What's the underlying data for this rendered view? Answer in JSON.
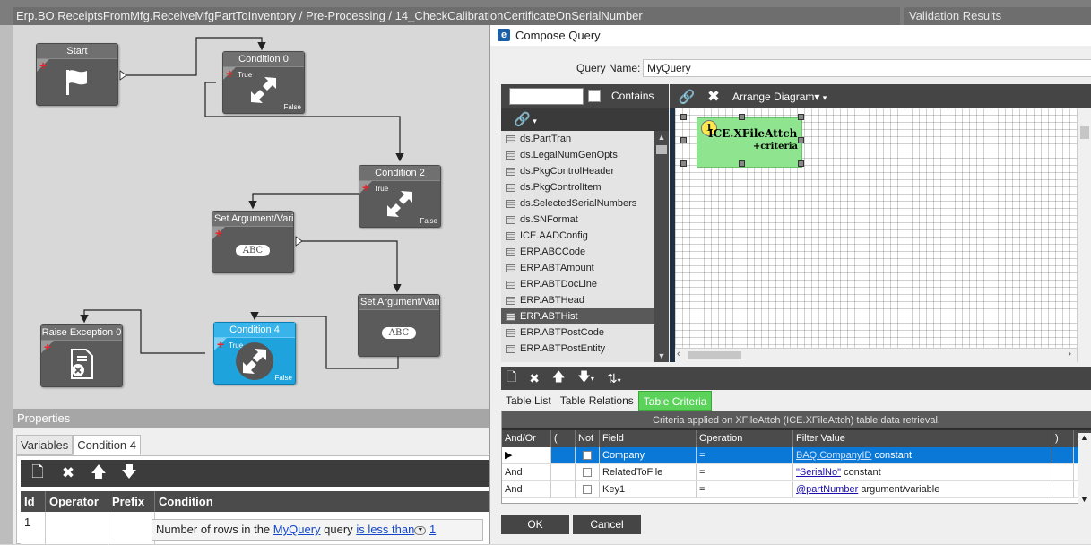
{
  "breadcrumb": "Erp.BO.ReceiptsFromMfg.ReceiveMfgPartToInventory / Pre-Processing / 14_CheckCalibrationCertificateOnSerialNumber",
  "validation_tab": "Validation Results",
  "workflow": {
    "nodes": {
      "start": {
        "title": "Start"
      },
      "cond0": {
        "title": "Condition 0",
        "true_label": "True",
        "false_label": "False"
      },
      "cond2": {
        "title": "Condition 2",
        "true_label": "True",
        "false_label": "False"
      },
      "setarg1": {
        "title": "Set Argument/Vari",
        "badge": "ABC"
      },
      "setarg2": {
        "title": "Set Argument/Vari",
        "badge": "ABC"
      },
      "cond4": {
        "title": "Condition 4",
        "true_label": "True",
        "false_label": "False"
      },
      "raise": {
        "title": "Raise Exception 0"
      }
    }
  },
  "properties": {
    "title": "Properties",
    "tabs": [
      "Variables",
      "Condition 4"
    ],
    "toolbar_icons": [
      "new-icon",
      "delete-icon",
      "arrow-up-icon",
      "arrow-down-icon"
    ],
    "columns": [
      "Id",
      "Operator",
      "Prefix",
      "Condition"
    ],
    "row": {
      "id": "1",
      "condition_prefix": "Number of rows in the",
      "query_link": "MyQuery",
      "condition_mid": "query",
      "operator_link": "is less than",
      "value_link": "1"
    }
  },
  "dialog": {
    "title": "Compose Query",
    "query_name_label": "Query Name:",
    "query_name_value": "MyQuery",
    "contains_label": "Contains",
    "tables": [
      "ds.PartTran",
      "ds.LegalNumGenOpts",
      "ds.PkgControlHeader",
      "ds.PkgControlItem",
      "ds.SelectedSerialNumbers",
      "ds.SNFormat",
      "ICE.AADConfig",
      "ERP.ABCCode",
      "ERP.ABTAmount",
      "ERP.ABTDocLine",
      "ERP.ABTHead",
      "ERP.ABTHist",
      "ERP.ABTPostCode",
      "ERP.ABTPostEntity"
    ],
    "selected_table": "ERP.ABTHist",
    "arrange_label": "Arrange Diagram",
    "diagram_table": {
      "number": "1",
      "name": "ICE.XFileAttch",
      "criteria": "+criteria"
    },
    "criteria_tabs": [
      "Table List",
      "Table Relations",
      "Table Criteria"
    ],
    "active_criteria_tab": "Table Criteria",
    "criteria_caption": "Criteria applied on XFileAttch (ICE.XFileAttch)  table data retrieval.",
    "criteria_columns": [
      "And/Or",
      "(",
      "Not",
      "Field",
      "Operation",
      "Filter Value",
      ")"
    ],
    "criteria_rows": [
      {
        "andor": "",
        "field": "Company",
        "op": "=",
        "val_link": "BAQ.CompanyID",
        "val_rest": "constant"
      },
      {
        "andor": "And",
        "field": "RelatedToFile",
        "op": "=",
        "val_link": "\"SerialNo\"",
        "val_rest": "constant"
      },
      {
        "andor": "And",
        "field": "Key1",
        "op": "=",
        "val_link": "@partNumber",
        "val_rest": "argument/variable"
      }
    ],
    "ok_label": "OK",
    "cancel_label": "Cancel"
  }
}
